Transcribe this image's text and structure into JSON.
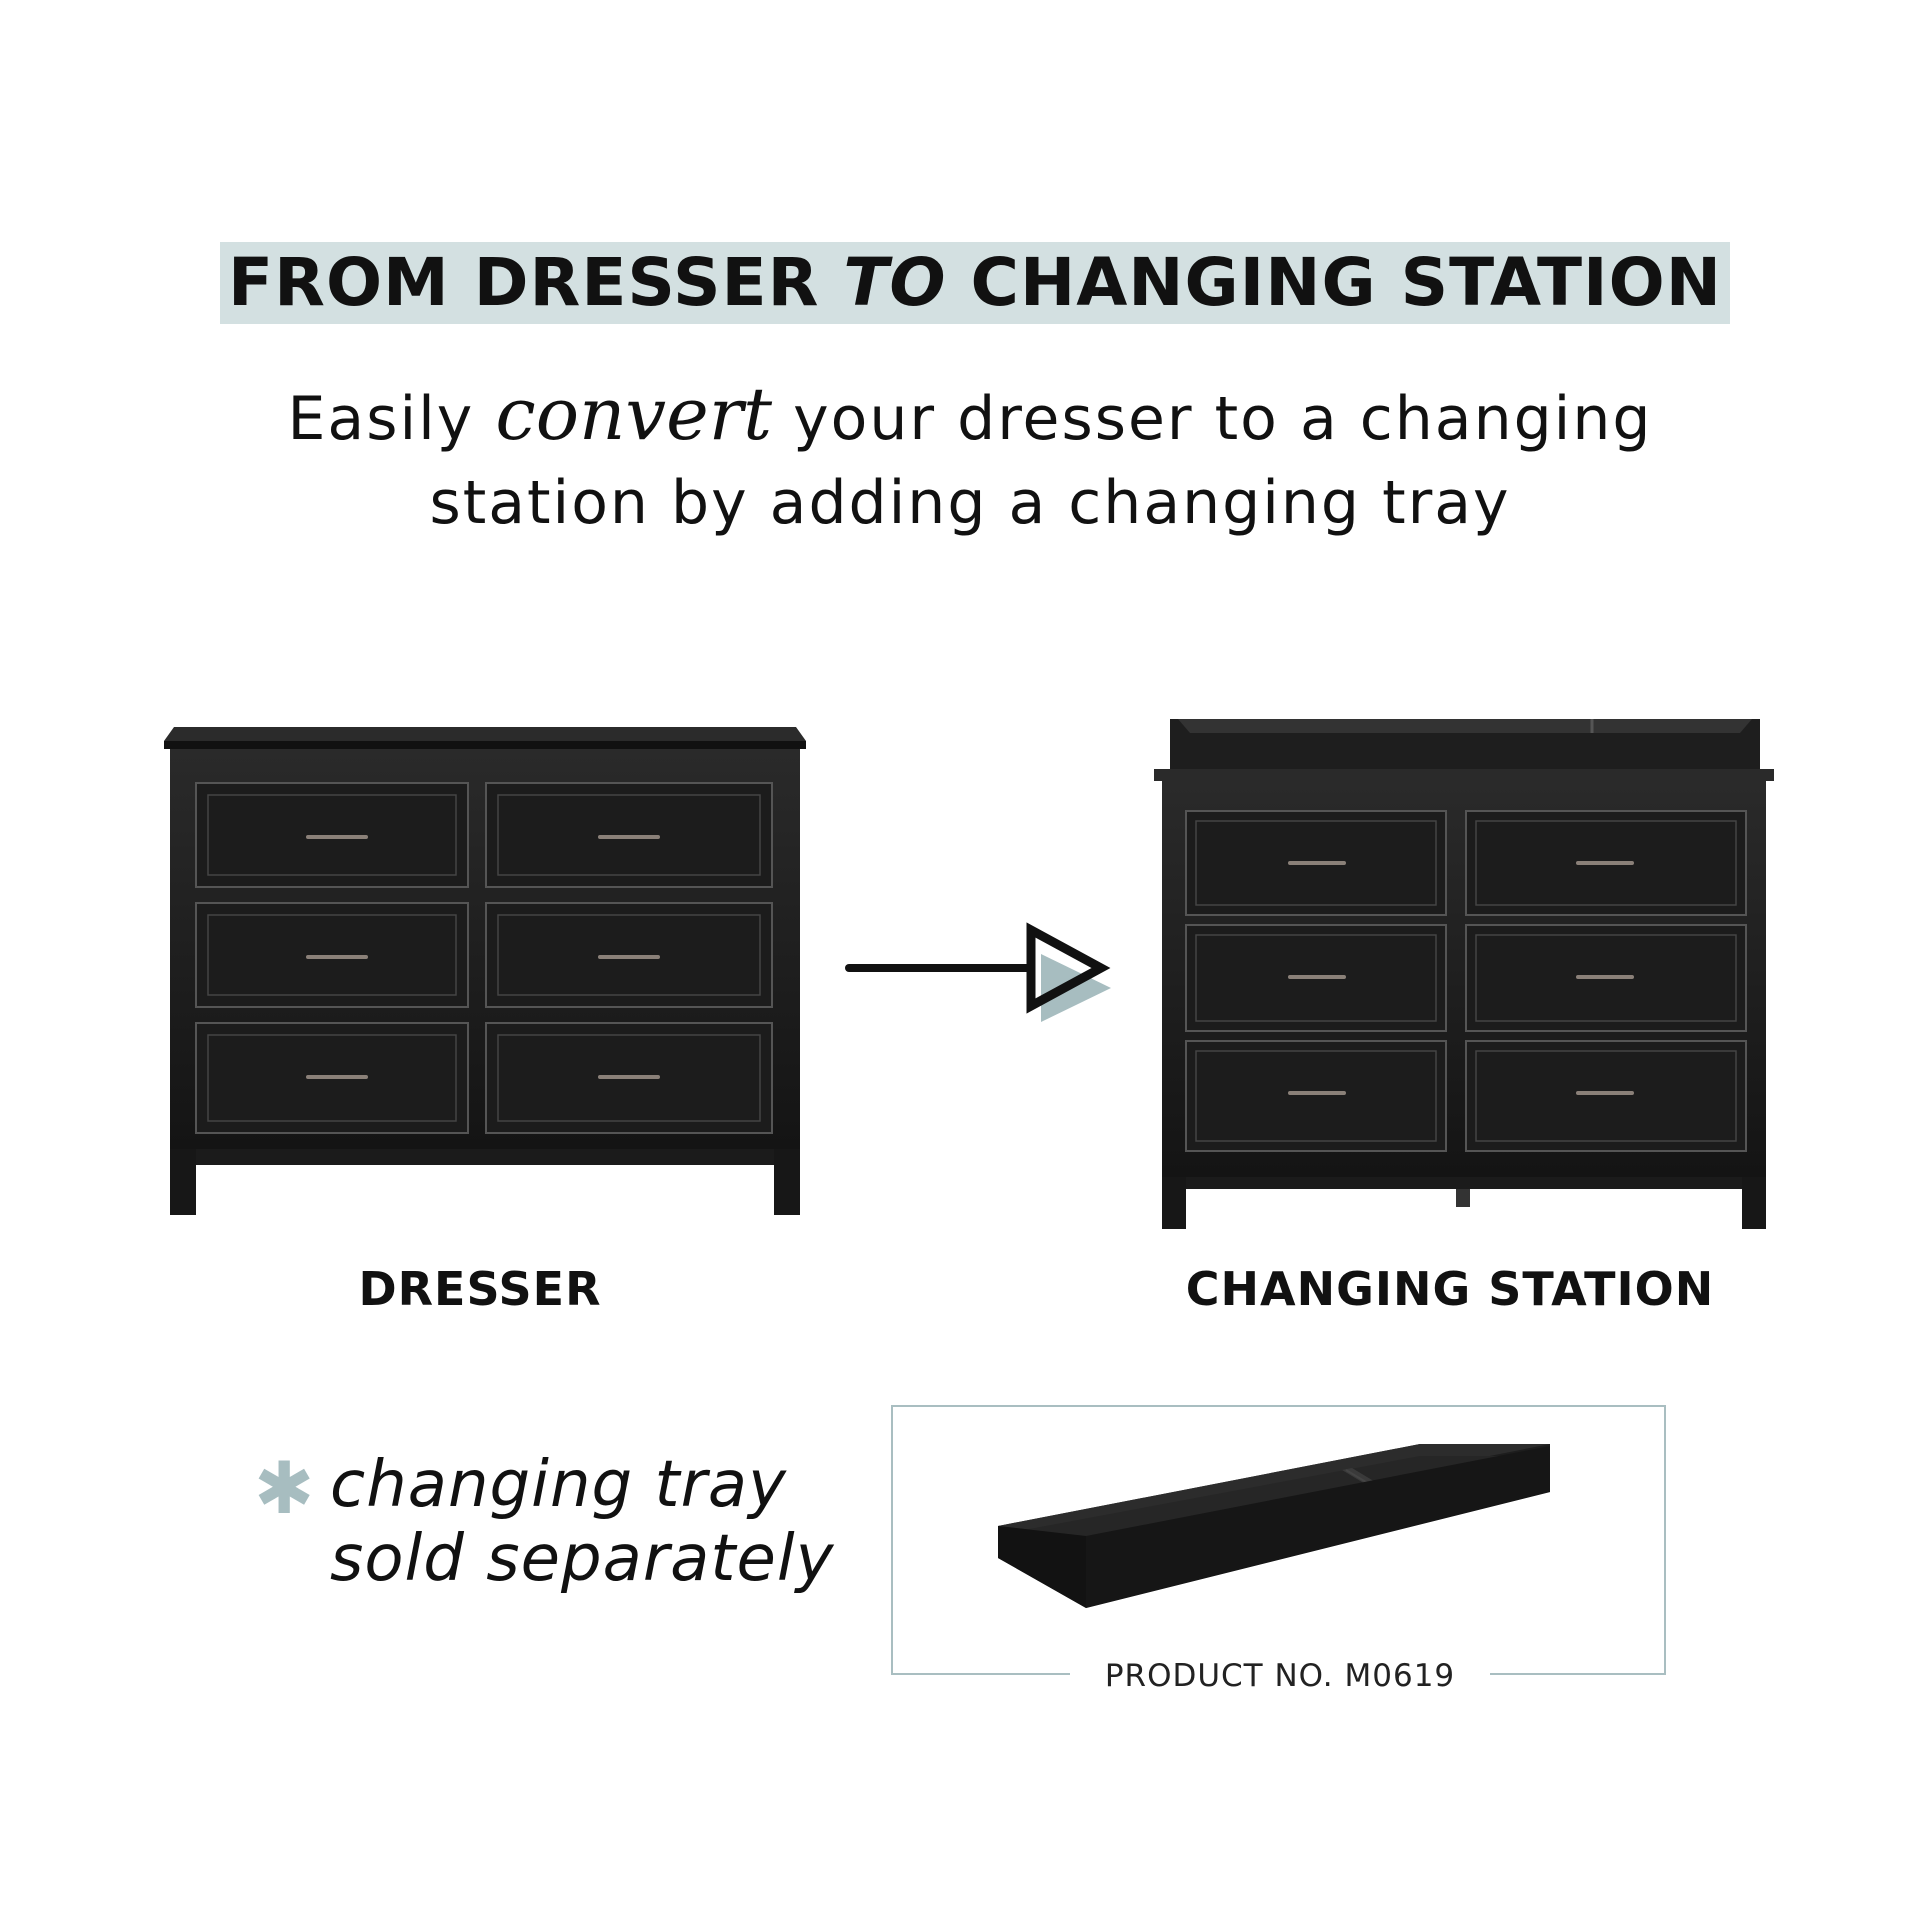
{
  "heading": {
    "part1": "FROM DRESSER ",
    "emphasis": "TO",
    "part2": " CHANGING STATION"
  },
  "subheading": {
    "before": "Easily ",
    "script_word": "convert",
    "after_line1": " your dresser to a changing",
    "line2": "station by adding a changing tray"
  },
  "products": {
    "left_label": "DRESSER",
    "right_label": "CHANGING STATION"
  },
  "note": {
    "line1": "changing tray",
    "line2": "sold separately"
  },
  "tray": {
    "product_number": "PRODUCT NO. M0619"
  },
  "colors": {
    "band": "#d3e0e1",
    "accent": "#a7bdc0",
    "furniture": "#1a1a1a"
  },
  "icons": {
    "arrow": "right-arrow-icon",
    "asterisk": "asterisk-icon"
  }
}
